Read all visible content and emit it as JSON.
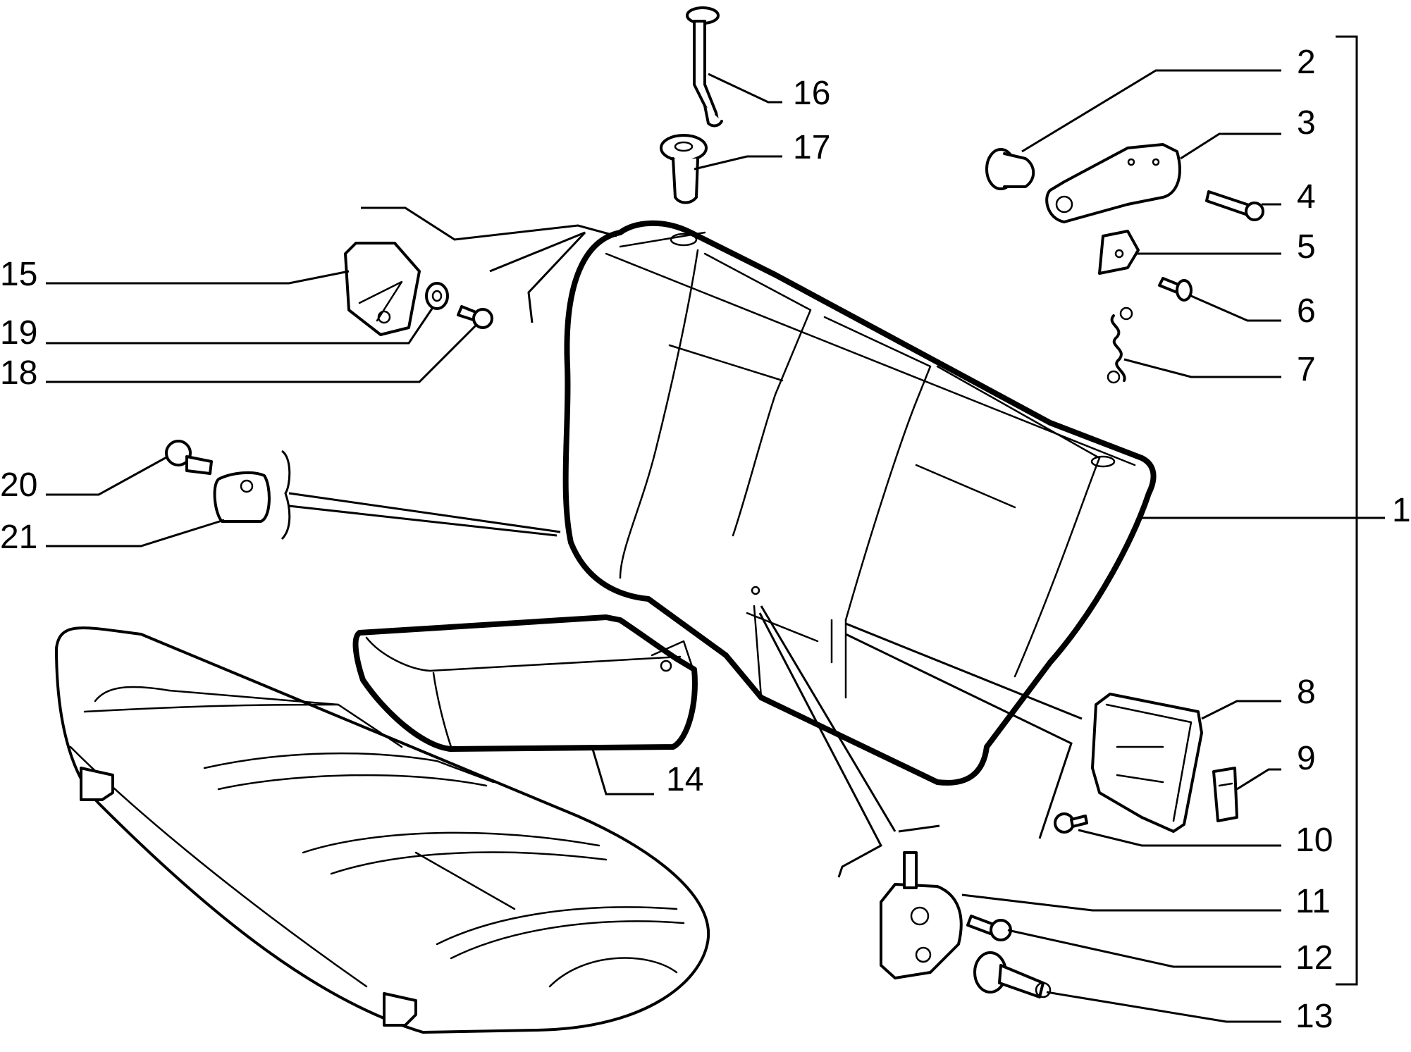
{
  "diagram": {
    "callouts": [
      {
        "id": "1",
        "label": "1"
      },
      {
        "id": "2",
        "label": "2"
      },
      {
        "id": "3",
        "label": "3"
      },
      {
        "id": "4",
        "label": "4"
      },
      {
        "id": "5",
        "label": "5"
      },
      {
        "id": "6",
        "label": "6"
      },
      {
        "id": "7",
        "label": "7"
      },
      {
        "id": "8",
        "label": "8"
      },
      {
        "id": "9",
        "label": "9"
      },
      {
        "id": "10",
        "label": "10"
      },
      {
        "id": "11",
        "label": "11"
      },
      {
        "id": "12",
        "label": "12"
      },
      {
        "id": "13",
        "label": "13"
      },
      {
        "id": "14",
        "label": "14"
      },
      {
        "id": "15",
        "label": "15"
      },
      {
        "id": "16",
        "label": "16"
      },
      {
        "id": "17",
        "label": "17"
      },
      {
        "id": "18",
        "label": "18"
      },
      {
        "id": "19",
        "label": "19"
      },
      {
        "id": "20",
        "label": "20"
      },
      {
        "id": "21",
        "label": "21"
      }
    ],
    "colors": {
      "line": "#000000",
      "background": "#ffffff"
    }
  }
}
